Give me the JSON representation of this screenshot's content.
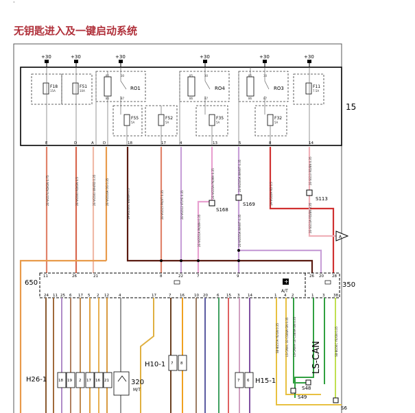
{
  "page": {
    "dot_mark": "·",
    "title": "无钥匙进入及一键启动系统"
  },
  "supply": {
    "label": "+30"
  },
  "fuses": [
    {
      "name": "F18",
      "rating": "15A"
    },
    {
      "name": "F51",
      "rating": "10A"
    },
    {
      "name": "F55",
      "rating": "5A"
    },
    {
      "name": "F52",
      "rating": "5A"
    },
    {
      "name": "F35",
      "rating": "5A"
    },
    {
      "name": "F32",
      "rating": "5A"
    },
    {
      "name": "F11",
      "rating": "7.5A"
    }
  ],
  "relays": [
    {
      "name": "RO1",
      "pins": [
        "85",
        "30",
        "86",
        "87"
      ]
    },
    {
      "name": "RO4",
      "pins": [
        "85",
        "30",
        "86",
        "87"
      ]
    },
    {
      "name": "RO3",
      "pins": [
        "85",
        "30",
        "86",
        "87"
      ]
    }
  ],
  "modules": {
    "fuse_box": "15",
    "left": "650",
    "right": "350",
    "right_sub": "A/T",
    "relay_320": "320",
    "relay_320_sub": "M/T",
    "bus": "LS-CAN"
  },
  "box_pins": [
    "E",
    "D",
    "A",
    "D",
    "18",
    "17",
    "4",
    "13",
    "5",
    "8",
    "14"
  ],
  "splices": [
    "S168",
    "S169",
    "S113",
    "S48",
    "S49",
    "S6"
  ],
  "mid_pins": [
    "11",
    "26",
    "21",
    "8",
    "22",
    "7",
    "9",
    "26",
    "20",
    "28"
  ],
  "bottom_pins": [
    "24",
    "11",
    "25",
    "6",
    "17",
    "5",
    "2",
    "12",
    "4",
    "17",
    "7",
    "16",
    "10",
    "20",
    "6",
    "15",
    "3",
    "14",
    "1",
    "4",
    "2",
    "1",
    "3",
    "38"
  ],
  "connectors": [
    {
      "name": "H26-1",
      "pins": [
        "18",
        "19",
        "2",
        "17",
        "16",
        "21"
      ]
    },
    {
      "name": "H10-1",
      "pins": [
        "7",
        "8"
      ]
    },
    {
      "name": "H15-1",
      "pins": [
        "7",
        "6"
      ]
    }
  ],
  "wire_codes": {
    "w1": "2E-VG574 RD/GN 0.75",
    "w2": "2E-VG500 RD/GN 0.5",
    "w3": "2E-VG500 WH/RD 0.35",
    "w4": "2E-VG516A OG 0.35",
    "w5": "1A-VG550C BN/WH 0.5",
    "w6": "2E-VG515 PK/VT 0.35",
    "w7": "2E-VG512 VT/YE 0.35",
    "w8": "2E-VG55A PK/WH 0.35",
    "w9": "2E-VG505A WH/VT 0.35",
    "w10": "1A-VG40A RD 0.5",
    "w11": "2E-SG13 RD/BN 0.35",
    "w12": "2E-VG551A PK/WH 0.35",
    "w13": "2E-VG555A WH/VT 0.35",
    "w14": "2E-SG13A RD/BN 0.35",
    "w15": "SB-BG57A YE/GN 0.35",
    "w16": "LS-CAN-L 1E-CG84A GN 0.35",
    "w17": "LS-CAN-H 1E-CG83A GN 0.35",
    "w18": "SB-BG56C YE/GN 0.35"
  }
}
